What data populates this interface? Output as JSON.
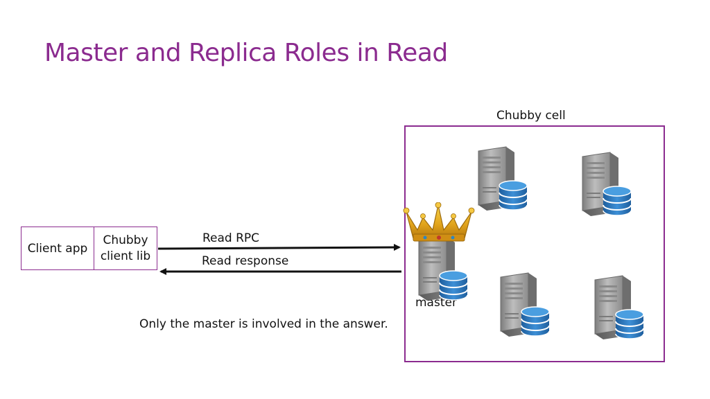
{
  "title": "Master and Replica Roles in Read",
  "cell_label": "Chubby cell",
  "client": {
    "app_label": "Client app",
    "lib_line1": "Chubby",
    "lib_line2": "client lib"
  },
  "arrows": {
    "request_label": "Read RPC",
    "response_label": "Read response"
  },
  "master_label": "master",
  "note": "Only the master is involved in the answer.",
  "colors": {
    "accent": "#8b2b8f",
    "server_gray": "#9a9a9a",
    "disk_blue": "#2f7fc4",
    "crown_gold": "#e0a21a"
  },
  "icons": [
    "server-icon",
    "database-icon",
    "crown-icon"
  ]
}
